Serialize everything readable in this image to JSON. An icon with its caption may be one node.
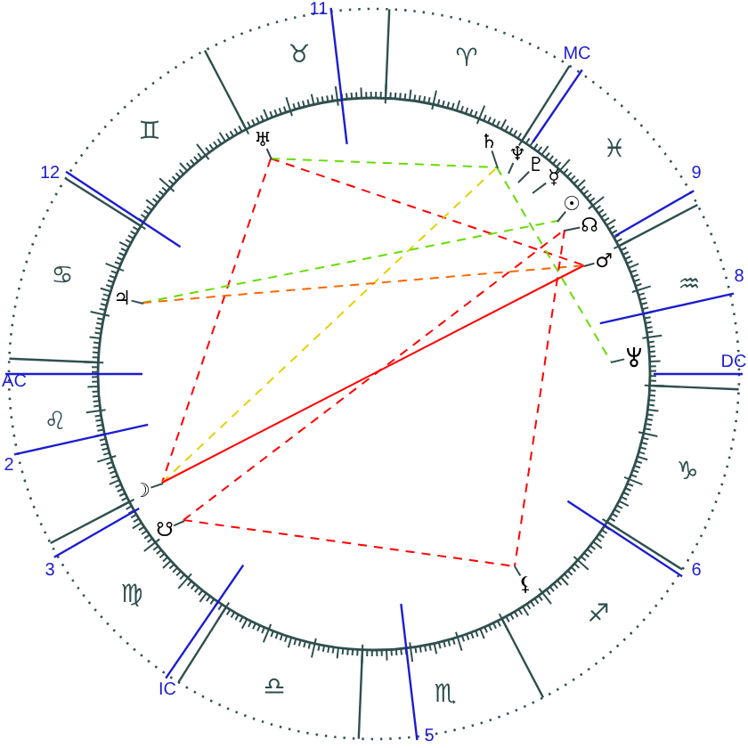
{
  "diagram": {
    "nodes": [
      {
        "text": [
          "♅"
        ]
      },
      {
        "text": [
          "♄"
        ]
      },
      {
        "text": [
          "♆"
        ]
      },
      {
        "text": [
          "♇"
        ]
      },
      {
        "text": [
          "☿"
        ]
      },
      {
        "text": [
          "☉"
        ]
      },
      {
        "text": [
          "☊"
        ]
      },
      {
        "text": [
          "♂"
        ]
      },
      {
        "text": [
          "♃"
        ]
      },
      {
        "text": [],
        "shape": "picture"
      },
      {
        "text": [
          "☽"
        ]
      },
      {
        "text": [
          "☋"
        ]
      },
      {
        "text": [
          "⚸"
        ]
      }
    ],
    "edges": [
      {
        "from": 0,
        "to": 10,
        "arrow": "none",
        "style": "dashed"
      },
      {
        "from": 0,
        "to": 7,
        "arrow": "none",
        "style": "dashed"
      },
      {
        "from": 0,
        "to": 1,
        "arrow": "none",
        "style": "dashed",
        "color": "#66dd00"
      },
      {
        "from": 10,
        "to": 1,
        "arrow": "none",
        "style": "dashed",
        "color": "#e8d000"
      },
      {
        "from": 1,
        "to": 9,
        "arrow": "none",
        "style": "dashed",
        "color": "#66dd00"
      },
      {
        "from": 8,
        "to": 5,
        "arrow": "none",
        "style": "dashed",
        "color": "#66dd00"
      },
      {
        "from": 8,
        "to": 7,
        "arrow": "none",
        "style": "dashed",
        "color": "#ff6600"
      },
      {
        "from": 10,
        "to": 7,
        "arrow": "none"
      },
      {
        "from": 11,
        "to": 6,
        "arrow": "none",
        "style": "dashed"
      },
      {
        "from": 6,
        "to": 12,
        "arrow": "none",
        "style": "dashed"
      },
      {
        "from": 11,
        "to": 12,
        "arrow": "none",
        "style": "dashed"
      }
    ],
    "labels": [
      "11",
      "♉",
      "♈",
      "MC",
      "♊",
      "♓",
      "12",
      "9",
      "♋",
      "8",
      "♒",
      "DC",
      "AC",
      "♌",
      "2",
      "♑",
      "3",
      "6",
      "♍",
      "♐",
      "IC",
      "♎",
      "♏",
      "5"
    ]
  }
}
